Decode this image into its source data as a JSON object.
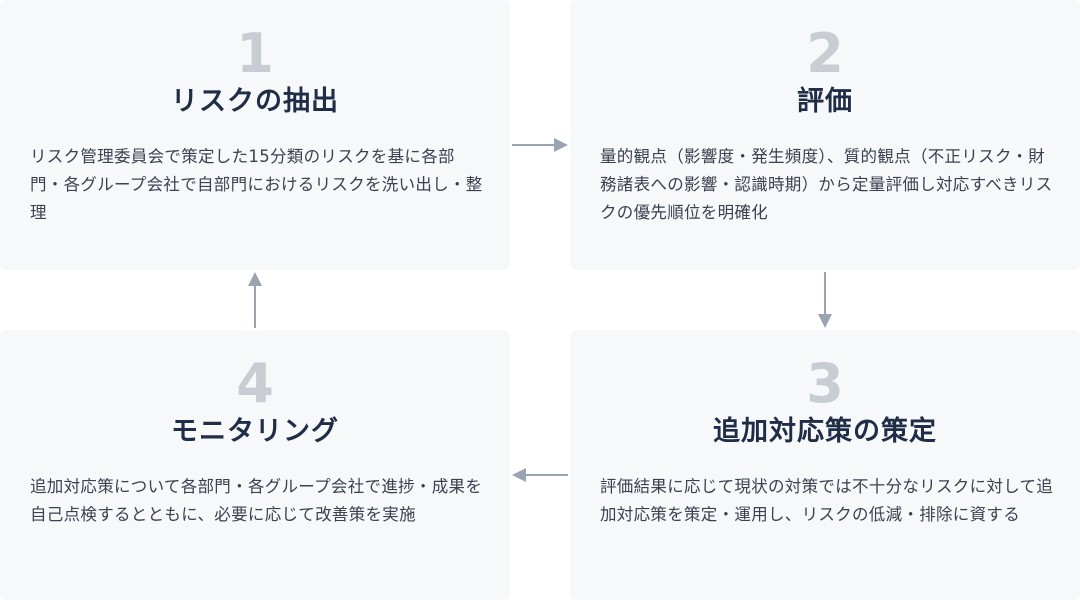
{
  "steps": [
    {
      "number": "1",
      "title": "リスクの抽出",
      "description": "リスク管理委員会で策定した15分類のリスクを基に各部門・各グループ会社で自部門におけるリスクを洗い出し・整理"
    },
    {
      "number": "2",
      "title": "評価",
      "description": "量的観点（影響度・発生頻度）、質的観点（不正リスク・財務諸表への影響・認識時期）から定量評価し対応すべきリスクの優先順位を明確化"
    },
    {
      "number": "3",
      "title": "追加対応策の策定",
      "description": "評価結果に応じて現状の対策では不十分なリスクに対して追加対応策を策定・運用し、リスクの低減・排除に資する"
    },
    {
      "number": "4",
      "title": "モニタリング",
      "description": "追加対応策について各部門・各グループ会社で進捗・成果を自己点検するとともに、必要に応じて改善策を実施"
    }
  ],
  "colors": {
    "card_background": "#f7f8f9",
    "number": "#c8ccd3",
    "title": "#1f2d46",
    "text": "#3a4150",
    "arrow": "#9aa3b0"
  }
}
